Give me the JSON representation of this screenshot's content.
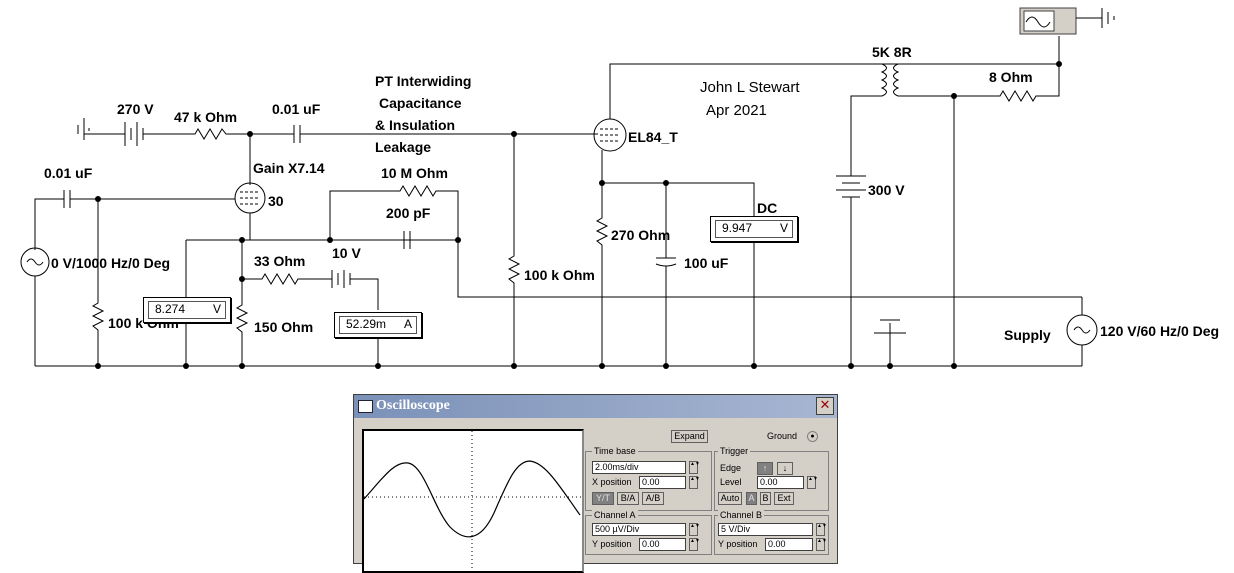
{
  "schematic": {
    "labels": {
      "supply_270": "270 V",
      "r_47k": "47 k Ohm",
      "c_001_top": "0.01 uF",
      "pt_line1": "PT Interwiding",
      "pt_line2": "Capacitance",
      "pt_line3": "& Insulation",
      "pt_line4": "Leakage",
      "author": "John L Stewart",
      "date": "Apr 2021",
      "xfmr": "5K 8R",
      "r_8": "8  Ohm",
      "gain": "Gain X7.14",
      "tube_30": "30",
      "tube_el84": "EL84_T",
      "c_001_left": "0.01 uF",
      "r_10m": "10 M Ohm",
      "c_200p": "200 pF",
      "supply_300": "300 V",
      "dc": "DC",
      "src_left": "0 V/1000 Hz/0 Deg",
      "r_33": "33  Ohm",
      "supply_10": "10 V",
      "r_270": "270  Ohm",
      "r_100k": "100 k Ohm",
      "c_100u": "100 uF",
      "r_100k_left": "100 k Ohm",
      "r_150": "150  Ohm",
      "supply_word": "Supply",
      "src_right": "120 V/60 Hz/0 Deg"
    },
    "meters": {
      "dc_volt": {
        "value": "9.947",
        "unit": "V"
      },
      "left_volt": {
        "value": "8.274",
        "unit": "V"
      },
      "ammeter": {
        "value": "52.29m",
        "unit": "A"
      }
    }
  },
  "oscilloscope": {
    "title": "Oscilloscope",
    "expand_label": "Expand",
    "ground_label": "Ground",
    "timebase": {
      "title": "Time base",
      "scale": "2.00ms/div",
      "xpos_label": "X position",
      "xpos": "0.00",
      "modes": [
        "Y/T",
        "B/A",
        "A/B"
      ]
    },
    "trigger": {
      "title": "Trigger",
      "edge_label": "Edge",
      "level_label": "Level",
      "level": "0.00",
      "modes": [
        "Auto",
        "A",
        "B",
        "Ext"
      ]
    },
    "channel_a": {
      "title": "Channel A",
      "scale": "500 µV/Div",
      "ypos_label": "Y position",
      "ypos": "0.00"
    },
    "channel_b": {
      "title": "Channel B",
      "scale": "5  V/Div",
      "ypos_label": "Y position",
      "ypos": "0.00"
    }
  }
}
